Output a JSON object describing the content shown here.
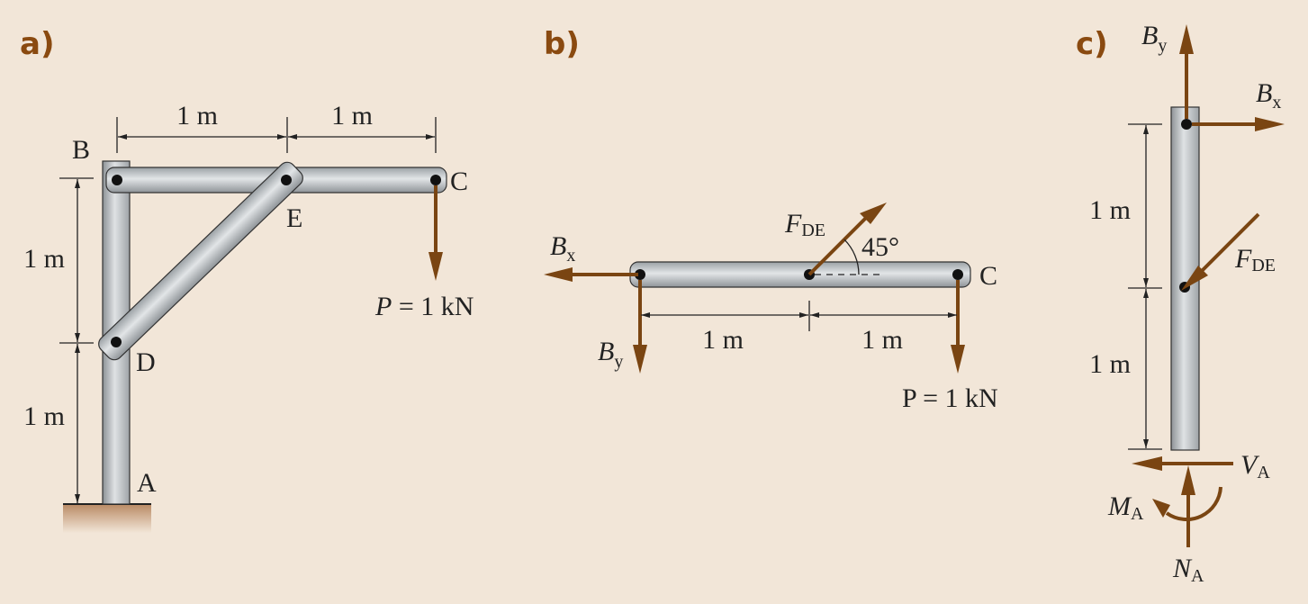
{
  "panels": {
    "a": {
      "label": "a)",
      "points": {
        "A": "A",
        "B": "B",
        "C": "C",
        "D": "D",
        "E": "E"
      },
      "dims": {
        "top_left": "1 m",
        "top_right": "1 m",
        "left_upper": "1 m",
        "left_lower": "1 m"
      },
      "load": {
        "symbol": "P",
        "rest": " = 1 kN"
      }
    },
    "b": {
      "label": "b)",
      "point_c": "C",
      "bx": {
        "main": "B",
        "sub": "x"
      },
      "by": {
        "main": "B",
        "sub": "y"
      },
      "fde": {
        "main": "F",
        "sub": "DE"
      },
      "angle": "45°",
      "dims": {
        "left": "1 m",
        "right": "1 m"
      },
      "load": "P = 1 kN"
    },
    "c": {
      "label": "c)",
      "by": {
        "main": "B",
        "sub": "y"
      },
      "bx": {
        "main": "B",
        "sub": "x"
      },
      "fde": {
        "main": "F",
        "sub": "DE"
      },
      "dims": {
        "upper": "1 m",
        "lower": "1 m"
      },
      "va": {
        "main": "V",
        "sub": "A"
      },
      "ma": {
        "main": "M",
        "sub": "A"
      },
      "na": {
        "main": "N",
        "sub": "A"
      }
    }
  },
  "colors": {
    "background": "#f2e6d8",
    "force": "#7a4512",
    "label": "#8a4a10"
  }
}
